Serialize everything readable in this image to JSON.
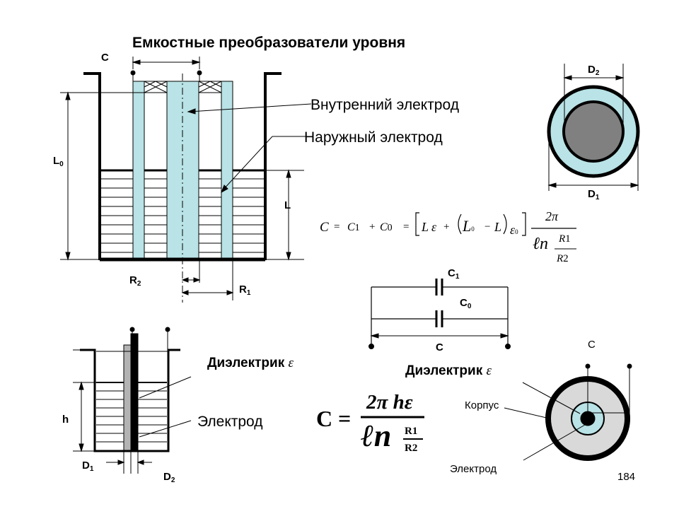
{
  "title": "Емкостные преобразователи уровня",
  "page_number": "184",
  "top_diagram": {
    "cap_label": "C",
    "inner_electrode": "Внутренний электрод",
    "outer_electrode": "Наружный электрод",
    "L0": {
      "main": "L",
      "sub": "0"
    },
    "L": "L",
    "R2": {
      "main": "R",
      "sub": "2"
    },
    "R1": {
      "main": "R",
      "sub": "1"
    }
  },
  "cross_section_top": {
    "D2": {
      "main": "D",
      "sub": "2"
    },
    "D1": {
      "main": "D",
      "sub": "1"
    }
  },
  "circuit": {
    "C1": {
      "main": "C",
      "sub": "1"
    },
    "C0": {
      "main": "C",
      "sub": "0"
    },
    "C": "C"
  },
  "formula_top": {
    "lhs": "C",
    "eq1": "=",
    "c1": "C",
    "c1_sub": "1",
    "plus1": "+",
    "c0": "C",
    "c0_sub": "0",
    "eq2": "=",
    "Lmul": "L",
    "eps": "ε",
    "plus2": "+",
    "L0": "L",
    "L0_sub": "0",
    "minus": "−",
    "L": "L",
    "eps0": "ε",
    "eps0_sub": "0",
    "num": "2π",
    "ln": "ℓn",
    "R1": "R",
    "R1_sub": "1",
    "R2": "R",
    "R2_sub": "2"
  },
  "bottom_diagram": {
    "dielectric": "Диэлектрик",
    "eps": "ε",
    "electrode": "Электрод",
    "h": "h",
    "D1": {
      "main": "D",
      "sub": "1"
    },
    "D2": {
      "main": "D",
      "sub": "2"
    }
  },
  "formula_bottom": {
    "lhs": "C",
    "eq": "=",
    "num": "2π hε",
    "ln": "ℓn",
    "R1": "R",
    "R1_sub": "1",
    "R2": "R",
    "R2_sub": "2"
  },
  "bottom_right": {
    "C": "C",
    "dielectric": "Диэлектрик",
    "eps": "ε",
    "housing": "Корпус",
    "electrode": "Электрод"
  },
  "colors": {
    "electrode_fill": "#b9e3e6",
    "outer_ring": "#000000",
    "inner_core": "#808080",
    "dielectric_fill": "#d9d9d9",
    "rod_fill": "#b3b3b3"
  }
}
